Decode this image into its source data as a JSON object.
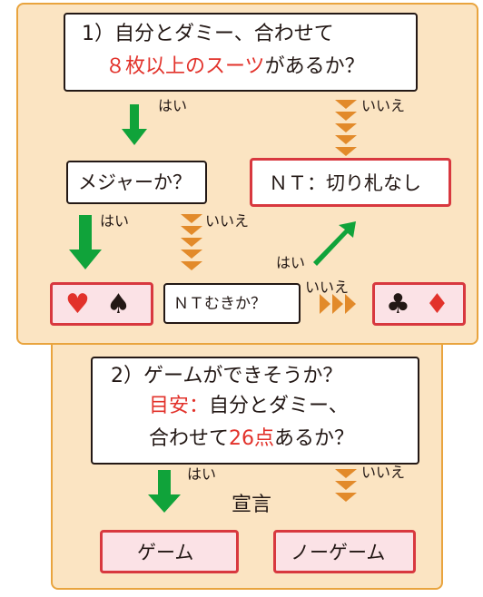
{
  "colors": {
    "panel_fill": "#fbe4c2",
    "panel_border": "#e9a43e",
    "yes_arrow": "#10a33a",
    "no_arrow": "#e28a2a",
    "red_text": "#e2322b",
    "red_box_border": "#d8383f",
    "red_box_fill": "#fbe2e6"
  },
  "q1": {
    "line1": "1）自分とダミー、合わせて",
    "line2_red": "８枚以上のスーツ",
    "line2_rest": "があるか？"
  },
  "major": {
    "label": "メジャーか？"
  },
  "nt_no_trump": {
    "label": "ＮＴ：切り札なし"
  },
  "nt_suitable": {
    "label": "ＮＴむきか？"
  },
  "suits": {
    "major": [
      "♥",
      "♠"
    ],
    "minor": [
      "♣",
      "♦"
    ]
  },
  "labels": {
    "yes": "はい",
    "no": "いいえ",
    "declare": "宣言"
  },
  "q2": {
    "line1": "2）ゲームができそうか？",
    "line2_red": "目安：",
    "line2_rest": "自分とダミー、",
    "line3_a": "合わせて",
    "line3_red": "26点",
    "line3_b": "あるか？"
  },
  "outcomes": {
    "game": "ゲーム",
    "no_game": "ノーゲーム"
  }
}
